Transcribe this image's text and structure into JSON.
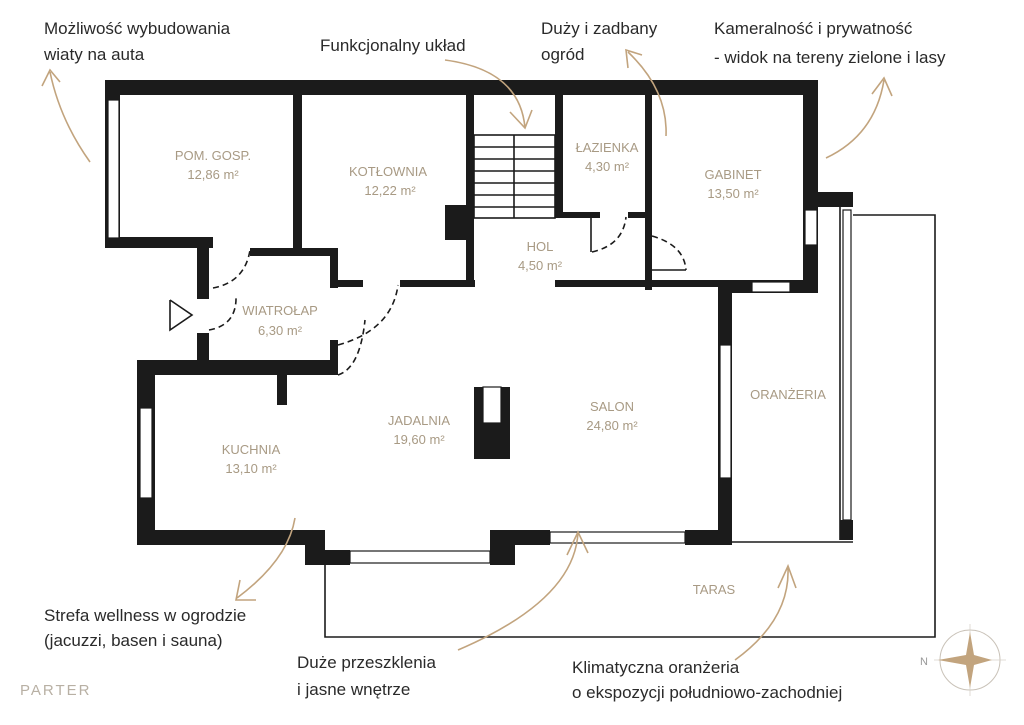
{
  "rooms": {
    "pom_gosp": {
      "name": "POM. GOSP.",
      "area": "12,86 m²"
    },
    "kotlownia": {
      "name": "KOTŁOWNIA",
      "area": "12,22 m²"
    },
    "lazienka": {
      "name": "ŁAZIENKA",
      "area": "4,30 m²"
    },
    "gabinet": {
      "name": "GABINET",
      "area": "13,50 m²"
    },
    "hol": {
      "name": "HOL",
      "area": "4,50 m²"
    },
    "wiatrolap": {
      "name": "WIATROŁAP",
      "area": "6,30 m²"
    },
    "jadalnia": {
      "name": "JADALNIA",
      "area": "19,60 m²"
    },
    "salon": {
      "name": "SALON",
      "area": "24,80 m²"
    },
    "kuchnia": {
      "name": "KUCHNIA",
      "area": "13,10 m²"
    },
    "oranzeria": {
      "name": "ORANŻERIA"
    },
    "taras": {
      "name": "TARAS"
    }
  },
  "annotations": {
    "carport": [
      "Możliwość wybudowania",
      "wiaty na auta"
    ],
    "layout": [
      "Funkcjonalny układ"
    ],
    "garden": [
      "Duży i zadbany",
      "ogród"
    ],
    "privacy": [
      "Kameralność i prywatność",
      "- widok na tereny zielone i lasy"
    ],
    "wellness": [
      "Strefa wellness w ogrodzie",
      "(jacuzzi, basen i sauna)"
    ],
    "glazing": [
      "Duże przeszklenia",
      "i jasne wnętrze"
    ],
    "orangery": [
      "Klimatyczna oranżeria",
      "o ekspozycji południowo-zachodniej"
    ]
  },
  "floor_label": "PARTER",
  "compass": {
    "north_label": "N"
  },
  "colors": {
    "wall": "#1b1b1b",
    "accent": "#c2a47e",
    "room_text": "#a89a84"
  }
}
